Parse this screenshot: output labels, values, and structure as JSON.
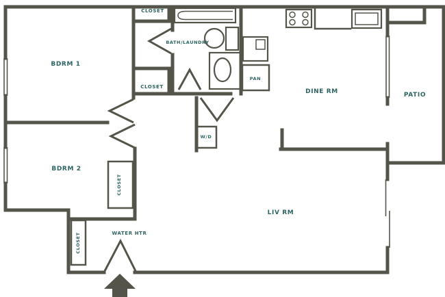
{
  "floor_plan": {
    "rooms": {
      "bedroom_1": {
        "label": "BDRM 1"
      },
      "bedroom_2": {
        "label": "BDRM 2"
      },
      "dining_room": {
        "label": "DINE RM"
      },
      "living_room": {
        "label": "LIV RM"
      },
      "patio": {
        "label": "PATIO"
      },
      "bath_laundry": {
        "label": "BATH/LAUNDRY"
      }
    },
    "features": {
      "closet_hall_top": {
        "label": "CLOSET"
      },
      "closet_hall_mid": {
        "label": "CLOSET"
      },
      "closet_bedroom_2": {
        "label": "CLOSET"
      },
      "closet_entry": {
        "label": "CLOSET"
      },
      "water_heater": {
        "label": "WATER HTR"
      },
      "washer_dryer": {
        "label": "W/D"
      },
      "pantry": {
        "label": "PAN"
      }
    },
    "colors": {
      "wall": "#54544a",
      "label_text": "#2d6361",
      "background": "#ffffff"
    }
  }
}
